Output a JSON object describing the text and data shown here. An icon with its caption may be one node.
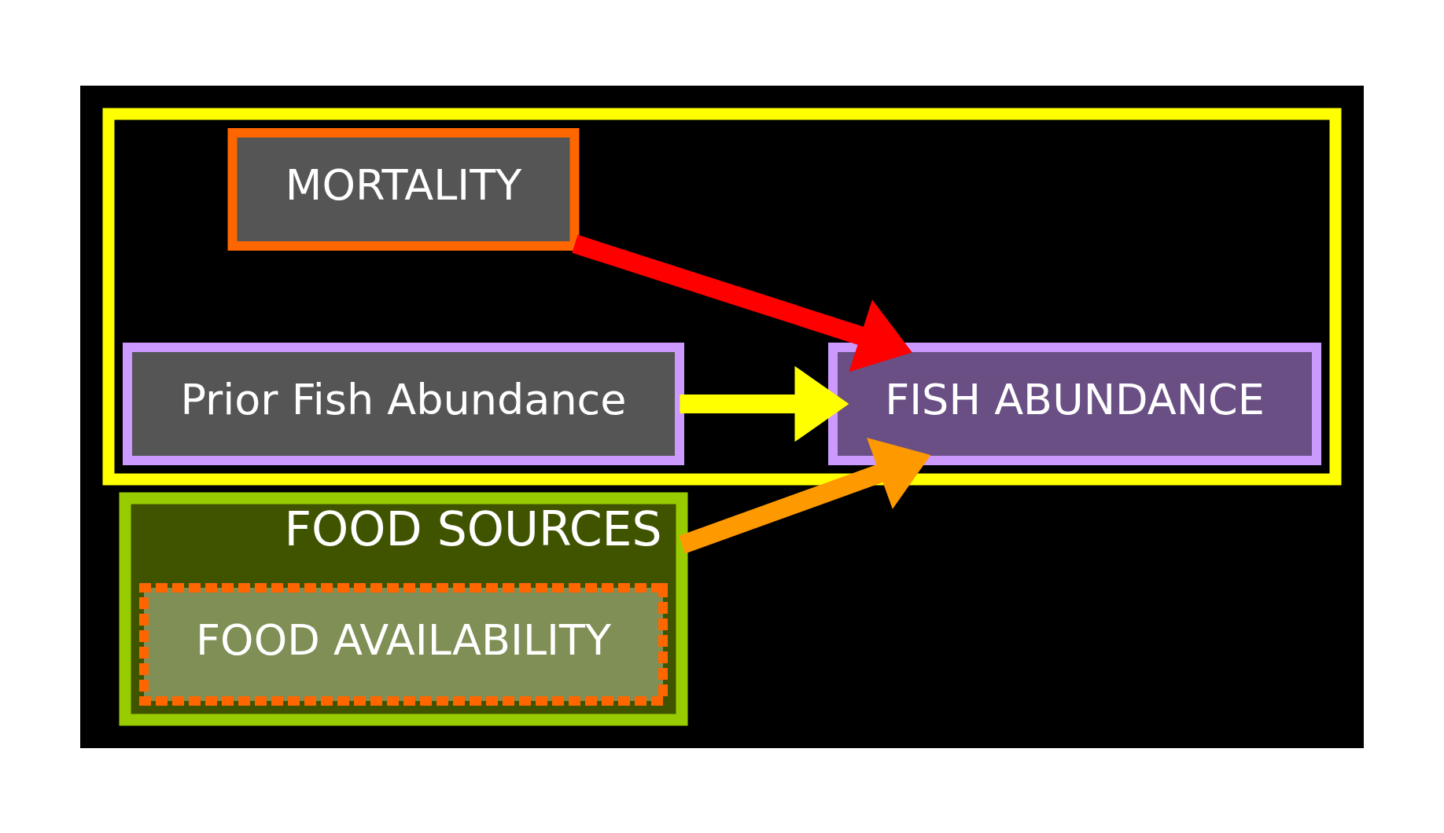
{
  "diagram": {
    "nodes": [
      {
        "text": [],
        "shape": "box"
      },
      {
        "text": [
          "MORTALITY"
        ],
        "in": 0
      },
      {
        "text": [
          "FISH ABUNDANCE"
        ],
        "in": 0
      },
      {
        "text": [
          "Prior Fish Abundance"
        ],
        "in": 0
      },
      {
        "text": [
          "FOOD SOURCES"
        ]
      },
      {
        "text": [
          "FOOD AVAILABILITY"
        ],
        "in": 4
      }
    ],
    "edges": [
      {
        "from": 1,
        "to": 2,
        "arrow": "to",
        "color": "#ff0000"
      },
      {
        "from": 3,
        "to": 2,
        "arrow": "to",
        "color": "#ffff00"
      },
      {
        "from": 4,
        "to": 2,
        "arrow": "to",
        "color": "#ff9900"
      }
    ]
  }
}
